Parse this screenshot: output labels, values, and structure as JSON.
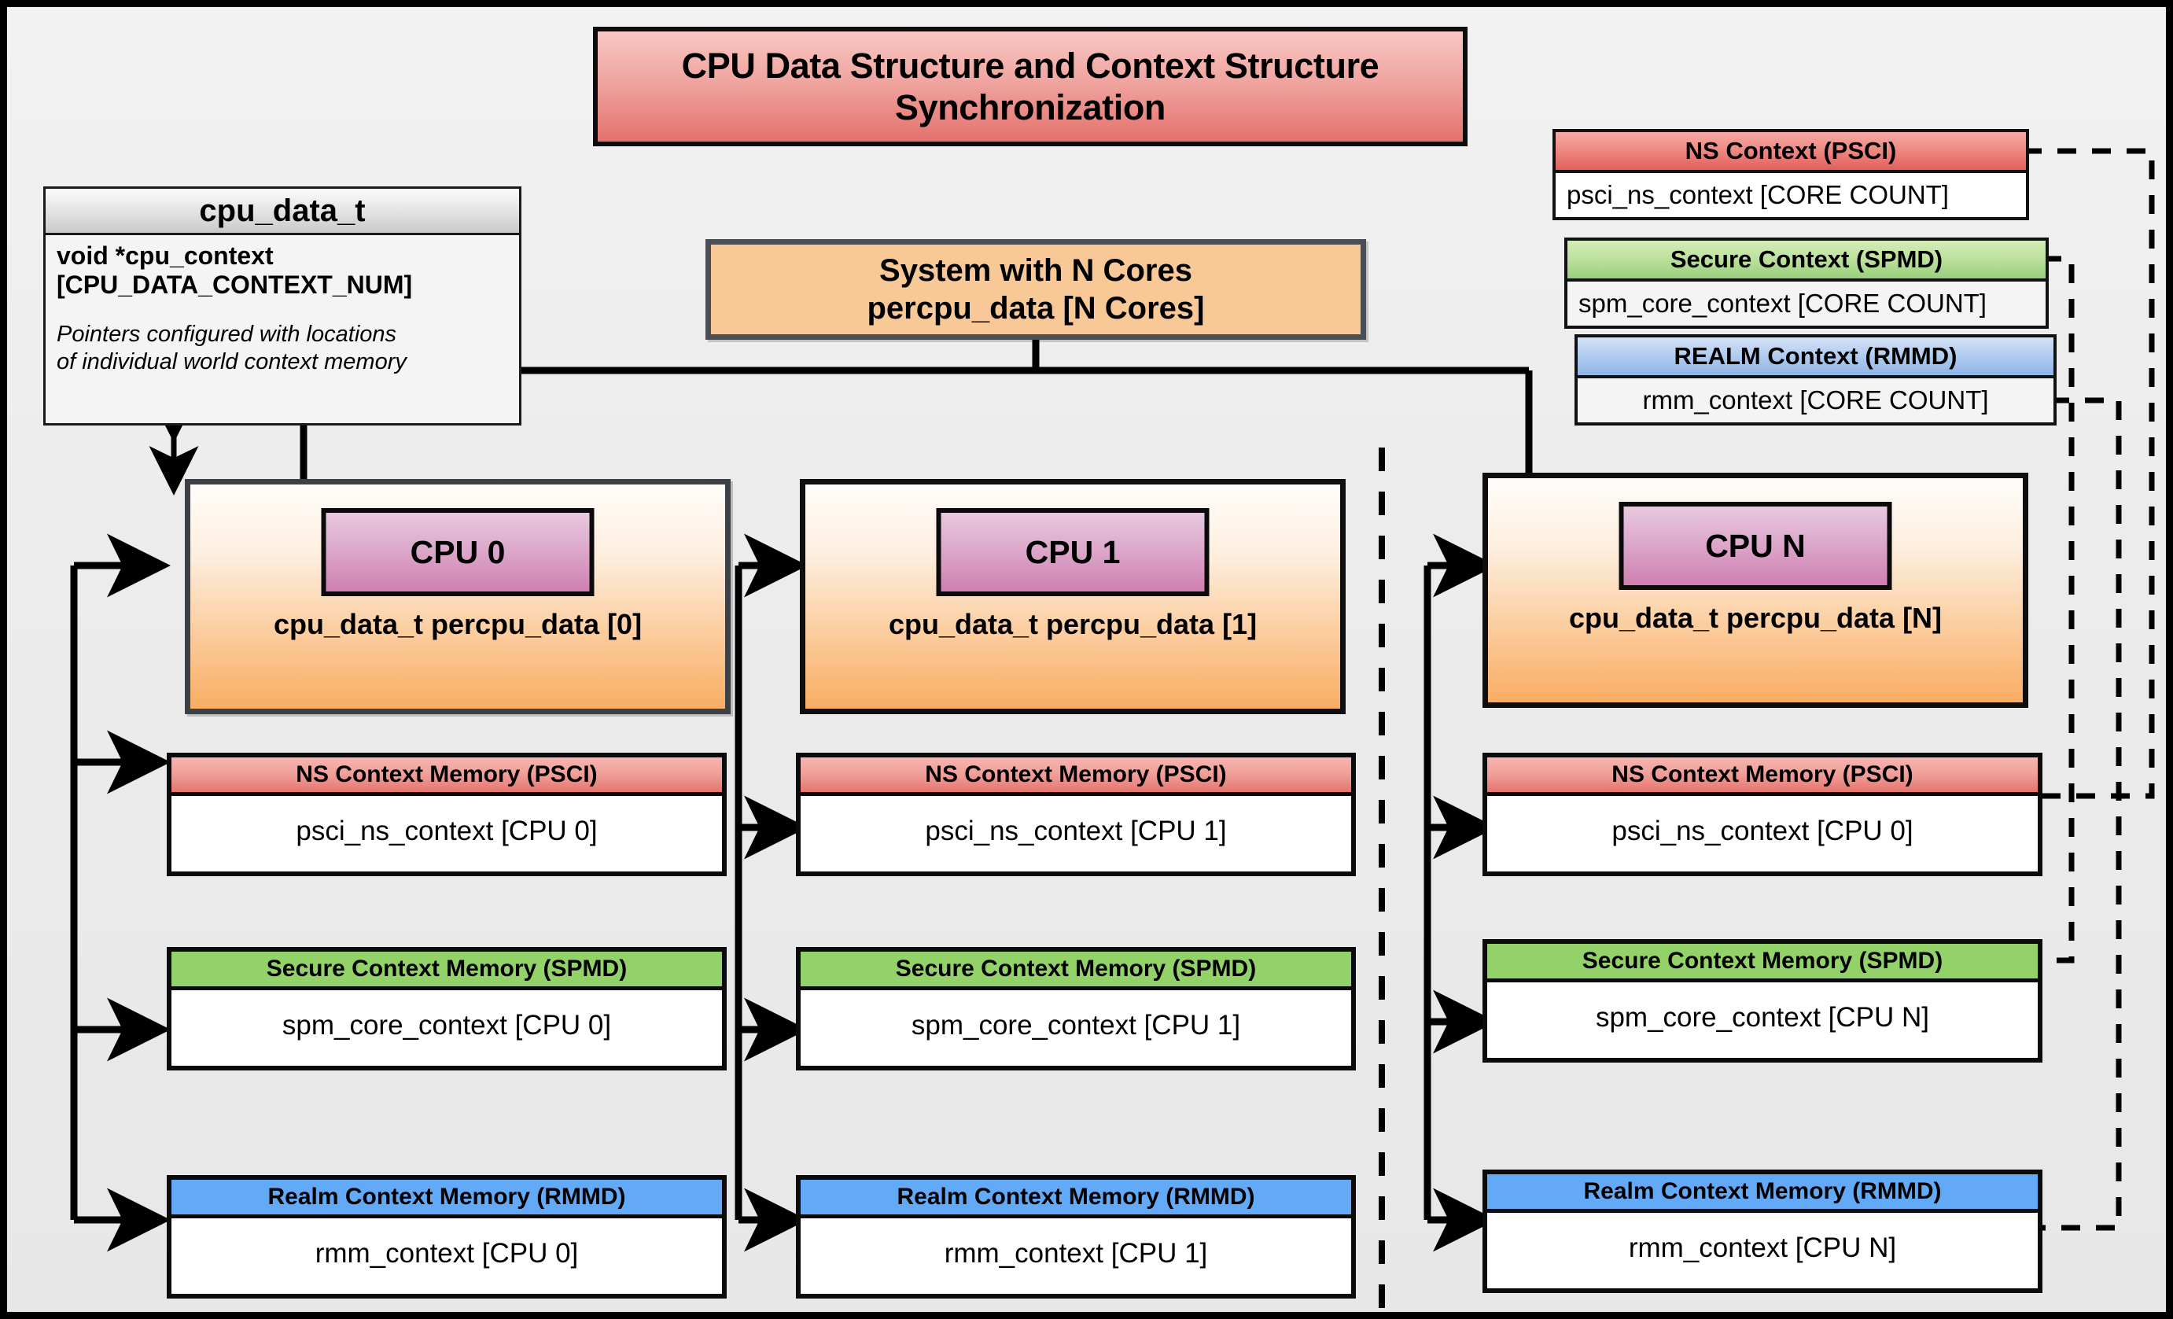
{
  "title": {
    "line1": "CPU Data Structure and Context Structure",
    "line2": "Synchronization"
  },
  "struct": {
    "name": "cpu_data_t",
    "field_line1": "void  *cpu_context",
    "field_line2": "[CPU_DATA_CONTEXT_NUM]",
    "note_line1": "Pointers configured with locations",
    "note_line2": "of individual world context memory"
  },
  "system": {
    "line1": "System with N Cores",
    "line2": "percpu_data [N Cores]"
  },
  "world_contexts": [
    {
      "header": "NS Context  (PSCI)",
      "body": "psci_ns_context [CORE COUNT]",
      "accent": "#e2615c"
    },
    {
      "header": "Secure Context (SPMD)",
      "body": "spm_core_context [CORE COUNT]",
      "accent": "#99cf7a"
    },
    {
      "header": "REALM Context (RMMD)",
      "body": "rmm_context [CORE COUNT]",
      "accent": "#8fb4e6"
    }
  ],
  "cpus": [
    {
      "chip": "CPU 0",
      "label": "cpu_data_t percpu_data [0]",
      "mem": [
        {
          "header": "NS Context Memory (PSCI)",
          "body": "psci_ns_context [CPU 0]"
        },
        {
          "header": "Secure Context Memory (SPMD)",
          "body": "spm_core_context [CPU 0]"
        },
        {
          "header": "Realm Context Memory (RMMD)",
          "body": "rmm_context [CPU 0]"
        }
      ]
    },
    {
      "chip": "CPU 1",
      "label": "cpu_data_t percpu_data [1]",
      "mem": [
        {
          "header": "NS Context Memory (PSCI)",
          "body": "psci_ns_context [CPU 1]"
        },
        {
          "header": "Secure Context Memory (SPMD)",
          "body": "spm_core_context [CPU 1]"
        },
        {
          "header": "Realm Context Memory (RMMD)",
          "body": "rmm_context [CPU 1]"
        }
      ]
    },
    {
      "chip": "CPU N",
      "label": "cpu_data_t percpu_data [N]",
      "mem": [
        {
          "header": "NS Context Memory (PSCI)",
          "body": "psci_ns_context [CPU 0]"
        },
        {
          "header": "Secure Context Memory (SPMD)",
          "body": "spm_core_context [CPU N]"
        },
        {
          "header": "Realm Context Memory (RMMD)",
          "body": "rmm_context [CPU N]"
        }
      ]
    }
  ],
  "colors": {
    "background": "#eaeaea",
    "title_fill": "#e4716d",
    "system_fill": "#f8c896",
    "cpu_fill": "#f9ad63",
    "chip_fill": "#cf7fb0",
    "ns_accent": "#e5746e",
    "secure_accent": "#93d169",
    "realm_accent": "#62a9f7"
  }
}
